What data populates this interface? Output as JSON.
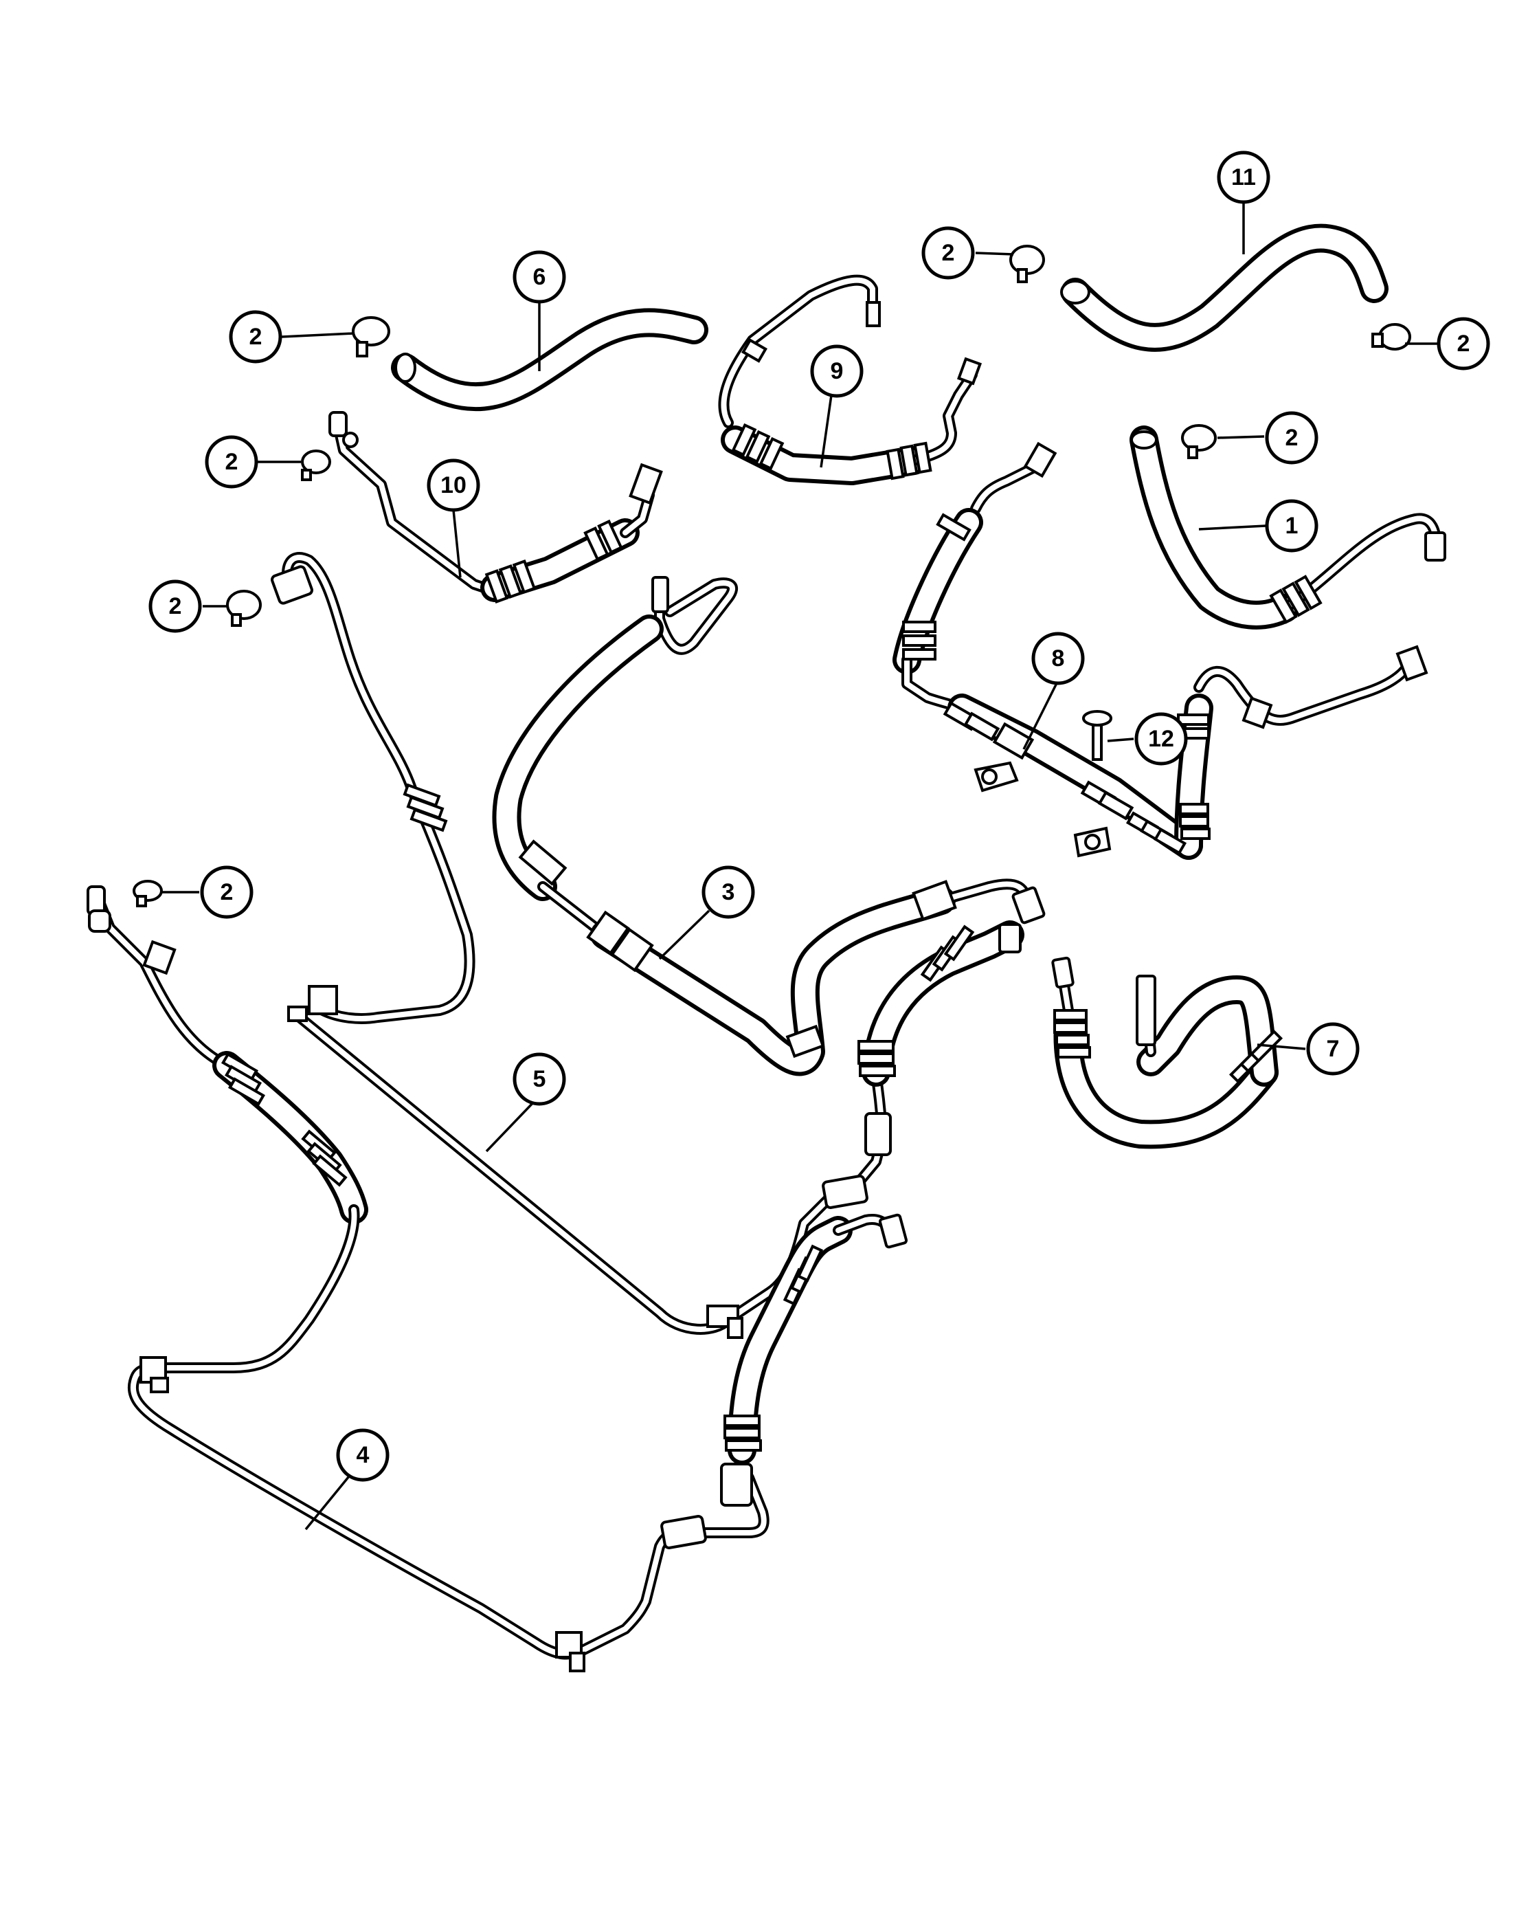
{
  "callouts": [
    {
      "id": "11",
      "label": "11"
    },
    {
      "id": "2a",
      "label": "2"
    },
    {
      "id": "2b",
      "label": "2"
    },
    {
      "id": "6",
      "label": "6"
    },
    {
      "id": "2c",
      "label": "2"
    },
    {
      "id": "9",
      "label": "9"
    },
    {
      "id": "2d",
      "label": "2"
    },
    {
      "id": "2e",
      "label": "2"
    },
    {
      "id": "10",
      "label": "10"
    },
    {
      "id": "1",
      "label": "1"
    },
    {
      "id": "2f",
      "label": "2"
    },
    {
      "id": "8",
      "label": "8"
    },
    {
      "id": "12",
      "label": "12"
    },
    {
      "id": "2g",
      "label": "2"
    },
    {
      "id": "3",
      "label": "3"
    },
    {
      "id": "7",
      "label": "7"
    },
    {
      "id": "5",
      "label": "5"
    },
    {
      "id": "4",
      "label": "4"
    }
  ],
  "colors": {
    "line": "#000000",
    "background": "#ffffff"
  }
}
